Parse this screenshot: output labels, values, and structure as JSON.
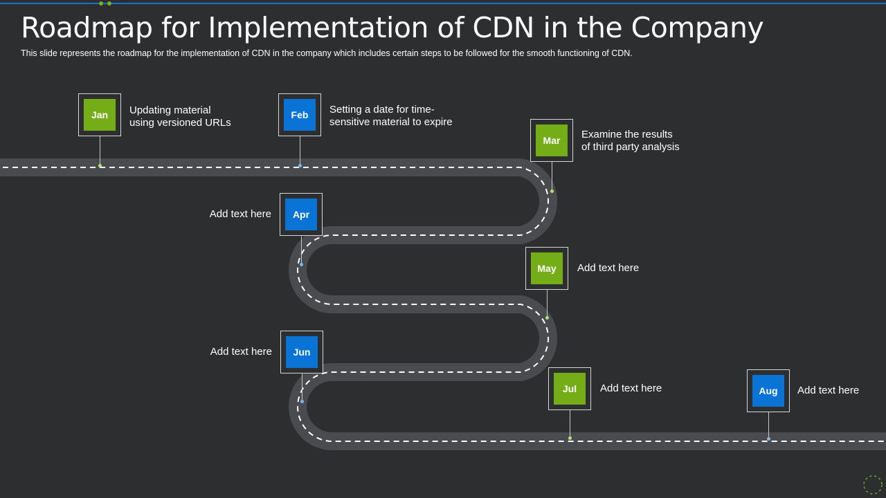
{
  "slide": {
    "title": "Roadmap for Implementation of CDN in the Company",
    "subtitle": "This slide represents the roadmap for the implementation of CDN in the company which includes certain steps to be followed for the smooth functioning of CDN."
  },
  "colors": {
    "background": "#2d2e30",
    "road": "#4a4b4e",
    "road_dash": "#ffffff",
    "green": "#74ad18",
    "blue": "#0a74d6",
    "accent_line": "#1c6fd0"
  },
  "milestones": [
    {
      "month": "Jan",
      "text_line1": "Updating material",
      "text_line2": "using versioned URLs",
      "color": "green"
    },
    {
      "month": "Feb",
      "text_line1": "Setting a date for time-",
      "text_line2": "sensitive material to expire",
      "color": "blue"
    },
    {
      "month": "Mar",
      "text_line1": "Examine the results",
      "text_line2": "of third party analysis",
      "color": "green"
    },
    {
      "month": "Apr",
      "text_line1": "Add text here",
      "color": "blue"
    },
    {
      "month": "May",
      "text_line1": "Add text here",
      "color": "green"
    },
    {
      "month": "Jun",
      "text_line1": "Add text here",
      "color": "blue"
    },
    {
      "month": "Jul",
      "text_line1": "Add text here",
      "color": "green"
    },
    {
      "month": "Aug",
      "text_line1": "Add text here",
      "color": "blue"
    }
  ]
}
